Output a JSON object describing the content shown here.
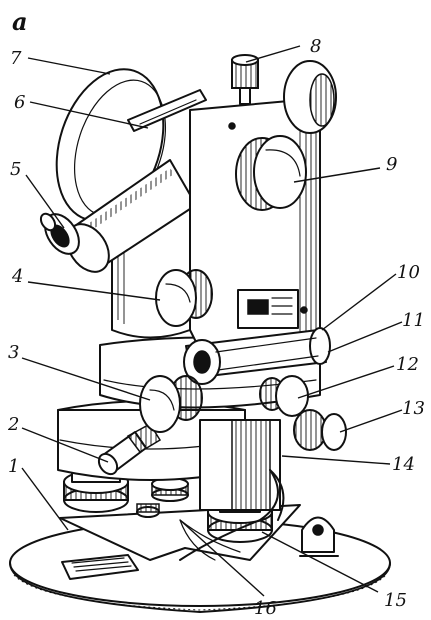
{
  "figure_letter": "a",
  "labels": {
    "l1": "1",
    "l2": "2",
    "l3": "3",
    "l4": "4",
    "l5": "5",
    "l6": "6",
    "l7": "7",
    "l8": "8",
    "l9": "9",
    "l10": "10",
    "l11": "11",
    "l12": "12",
    "l13": "13",
    "l14": "14",
    "l15": "15",
    "l16": "16"
  },
  "colors": {
    "ink": "#111111",
    "paper": "#ffffff"
  }
}
